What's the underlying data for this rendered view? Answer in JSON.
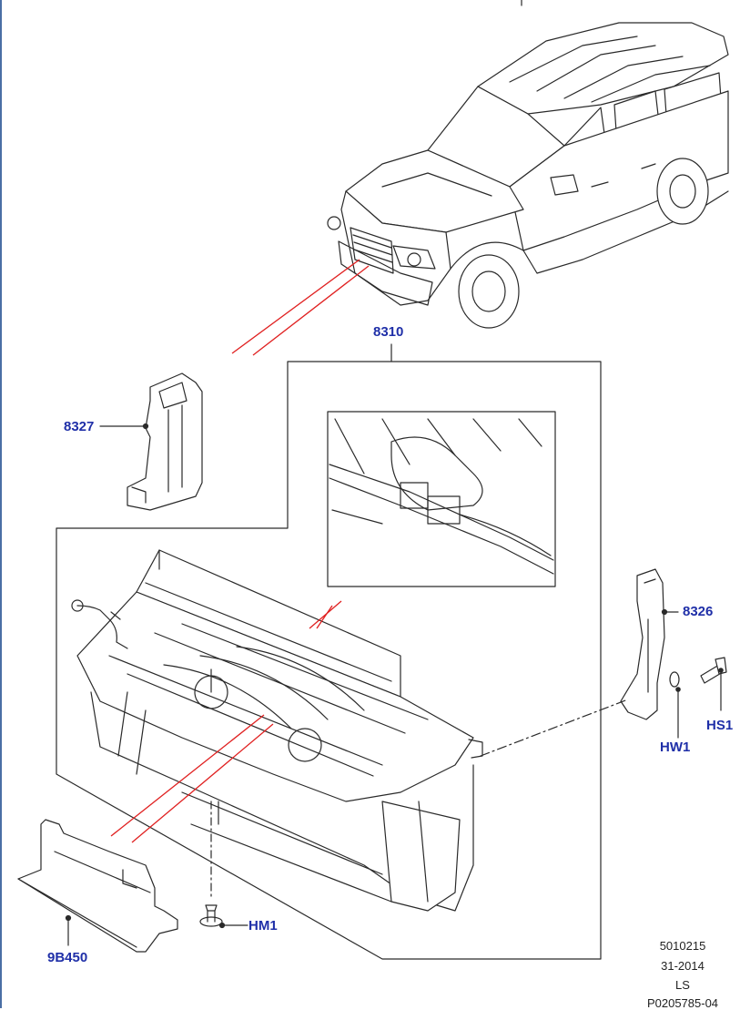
{
  "callouts": {
    "c8310": "8310",
    "c8327": "8327",
    "c8326": "8326",
    "hs1": "HS1",
    "hw1": "HW1",
    "hm1": "HM1",
    "c9b450": "9B450"
  },
  "footer": {
    "line1": "5010215",
    "line2": "31-2014",
    "line3": "LS",
    "line4": "P0205785-04"
  },
  "colors": {
    "callout": "#1f2fa8",
    "leader": "#e02020",
    "line": "#2a2a2a"
  },
  "icons": [
    "vehicle-illustration",
    "connector-detail",
    "air-deflector-part",
    "bracket-part",
    "clip-part",
    "bolt-part",
    "washer-part"
  ]
}
